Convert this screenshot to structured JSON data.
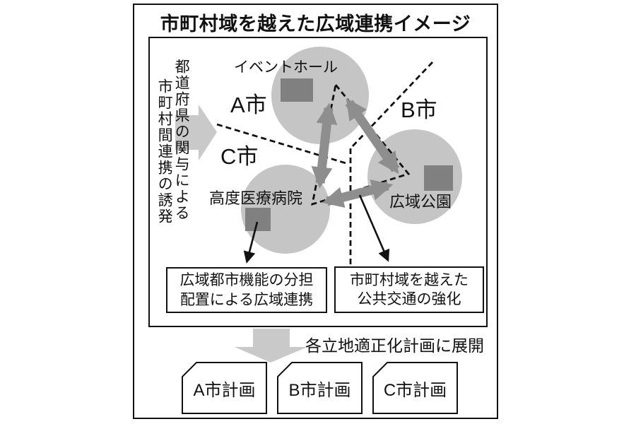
{
  "title": "市町村域を越えた広域連携イメージ",
  "diagram": {
    "left_caption_line1": "都道府県の関与による",
    "left_caption_line2": "市町村間連携の誘発",
    "cities": [
      {
        "label": "A市"
      },
      {
        "label": "B市"
      },
      {
        "label": "C市"
      }
    ],
    "facilities": [
      {
        "name": "event-hall",
        "label": "イベントホール"
      },
      {
        "name": "regional-park",
        "label": "広域公園"
      },
      {
        "name": "advanced-medical-hospital",
        "label": "高度医療病院"
      }
    ],
    "outcome_boxes": [
      {
        "line1": "広域都市機能の分担",
        "line2": "配置による広域連携"
      },
      {
        "line1": "市町村域を越えた",
        "line2": "公共交通の強化"
      }
    ]
  },
  "footer": {
    "deploy_label": "各立地適正化計画に展開",
    "plan_boxes": [
      {
        "label": "A市計画"
      },
      {
        "label": "B市計画"
      },
      {
        "label": "C市計画"
      }
    ]
  },
  "colors": {
    "circle_gray": "#c5c5c5",
    "facility_square_gray": "#808080",
    "thick_arrow_gray": "#8e8e8e",
    "block_arrow_gray": "#c9c9c9",
    "line_color": "#111111"
  }
}
